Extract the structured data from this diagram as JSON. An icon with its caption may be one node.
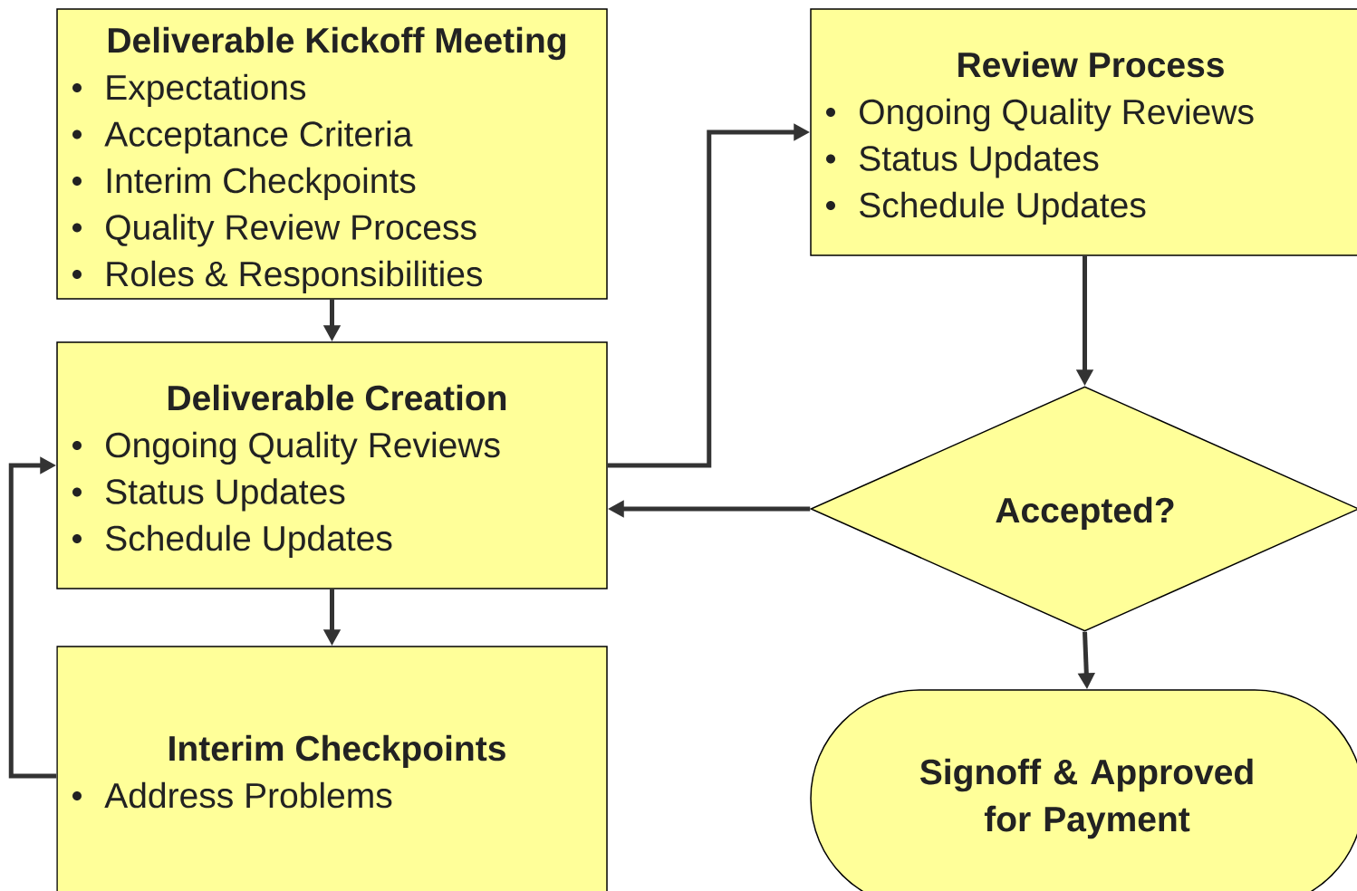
{
  "diagram": {
    "nodes": [
      {
        "text": [
          "Deliverable Kickoff Meeting",
          "Expectations",
          "Acceptance Criteria",
          "Interim Checkpoints",
          "Quality Review Process",
          "Roles & Responsibilities"
        ]
      },
      {
        "text": [
          "Review Process",
          "Ongoing Quality Reviews",
          "Status Updates",
          "Schedule Updates"
        ]
      },
      {
        "text": [
          "Deliverable Creation",
          "Ongoing Quality Reviews",
          "Status Updates",
          "Schedule Updates"
        ]
      },
      {
        "text": [
          "Accepted?"
        ]
      },
      {
        "text": [
          "Interim Checkpoints",
          "Address Problems"
        ]
      },
      {
        "text": [
          "Signoff & Approved for Payment"
        ]
      }
    ],
    "edges": [
      {
        "from": 0,
        "to": 2,
        "arrow": "to"
      },
      {
        "from": 2,
        "to": 1,
        "arrow": "to"
      },
      {
        "from": 1,
        "to": 3,
        "arrow": "to"
      },
      {
        "from": 3,
        "to": 2,
        "arrow": "to"
      },
      {
        "from": 2,
        "to": 4,
        "arrow": "to"
      },
      {
        "from": 4,
        "to": 2,
        "arrow": "to"
      },
      {
        "from": 3,
        "to": 5,
        "arrow": "to"
      }
    ]
  }
}
